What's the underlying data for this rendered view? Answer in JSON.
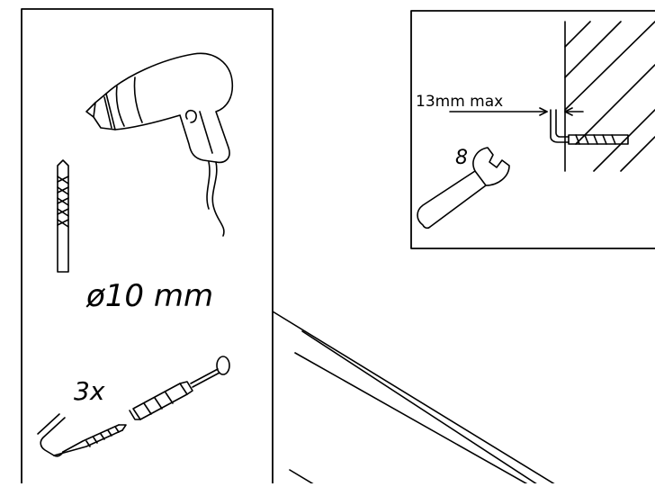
{
  "left_panel": {
    "drill_bit_size": "ø10 mm",
    "quantity": "3x"
  },
  "detail_panel": {
    "max_offset": "13mm max",
    "wrench_size": "8"
  },
  "colors": {
    "line": "#000000",
    "background": "#ffffff"
  }
}
